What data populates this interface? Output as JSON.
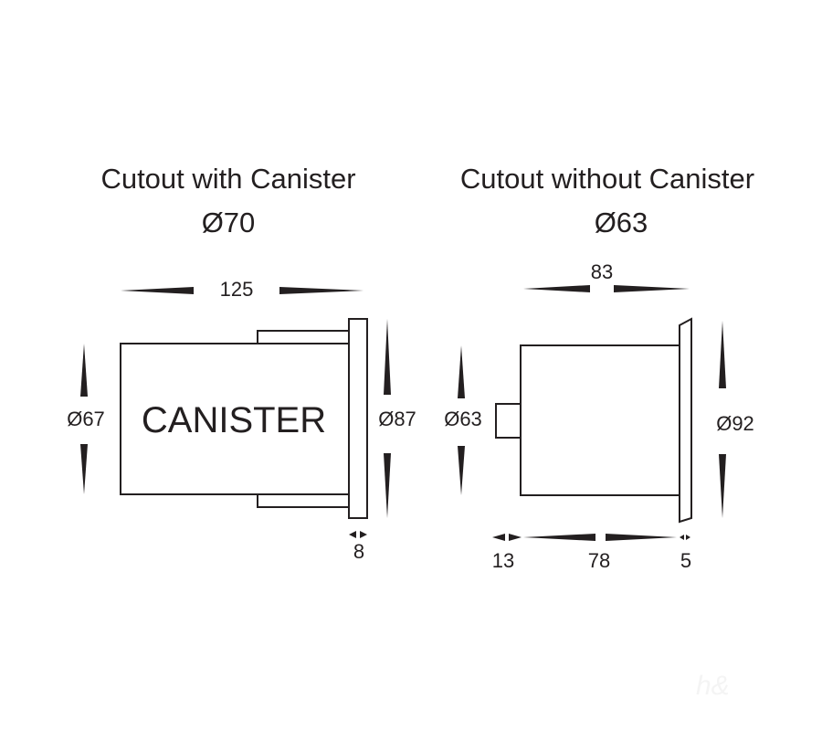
{
  "left": {
    "title": "Cutout with Canister",
    "cutout_diameter": "Ø70",
    "overall_length": "125",
    "body_diameter": "Ø67",
    "body_label": "CANISTER",
    "bezel_diameter": "Ø87",
    "bezel_thickness": "8"
  },
  "right": {
    "title": "Cutout without Canister",
    "cutout_diameter": "Ø63",
    "overall_length": "83",
    "body_diameter": "Ø63",
    "bezel_diameter": "Ø92",
    "stub_length": "13",
    "body_length": "78",
    "bezel_thickness": "5"
  },
  "colors": {
    "line": "#231f20",
    "background": "#ffffff"
  }
}
